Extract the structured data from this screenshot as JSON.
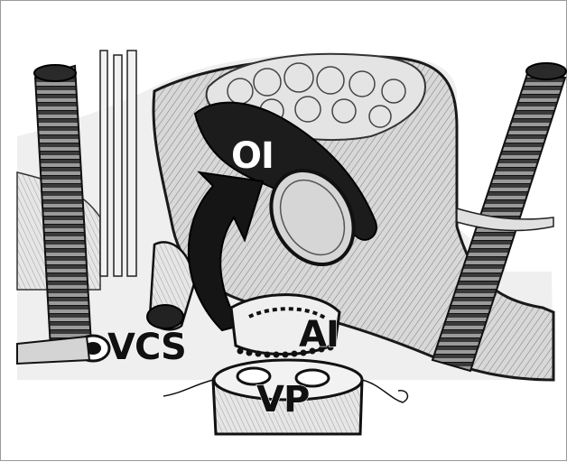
{
  "figure": {
    "labels": {
      "oi": "OI",
      "vcs": "VCS",
      "ai": "AI",
      "vp": "VP"
    },
    "colors": {
      "ink": "#111111",
      "tissue": "#dcdcdc",
      "tissue_dark": "#a8a8a8",
      "background": "#ffffff"
    }
  }
}
